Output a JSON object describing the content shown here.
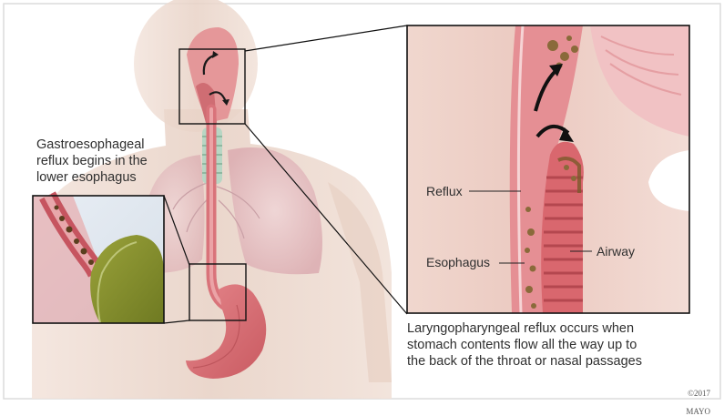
{
  "captions": {
    "gerd": "Gastroesophageal\nreflux begins in the\nlower esophagus",
    "lpr": "Laryngopharyngeal reflux occurs when\nstomach contents flow all the way up to\nthe back of the throat or nasal passages"
  },
  "labels": {
    "reflux": "Reflux",
    "esophagus": "Esophagus",
    "airway": "Airway"
  },
  "copyright": {
    "year": "©2017",
    "owner": "MAYO"
  },
  "colors": {
    "frame": "#dcdcdc",
    "skin": "#ecd9cf",
    "tissue": "#d9737a",
    "lung": "#e9c7c9",
    "stomach": "#d86a70",
    "trachea": "#b8d6c4",
    "arrow": "#1a1a1a"
  }
}
